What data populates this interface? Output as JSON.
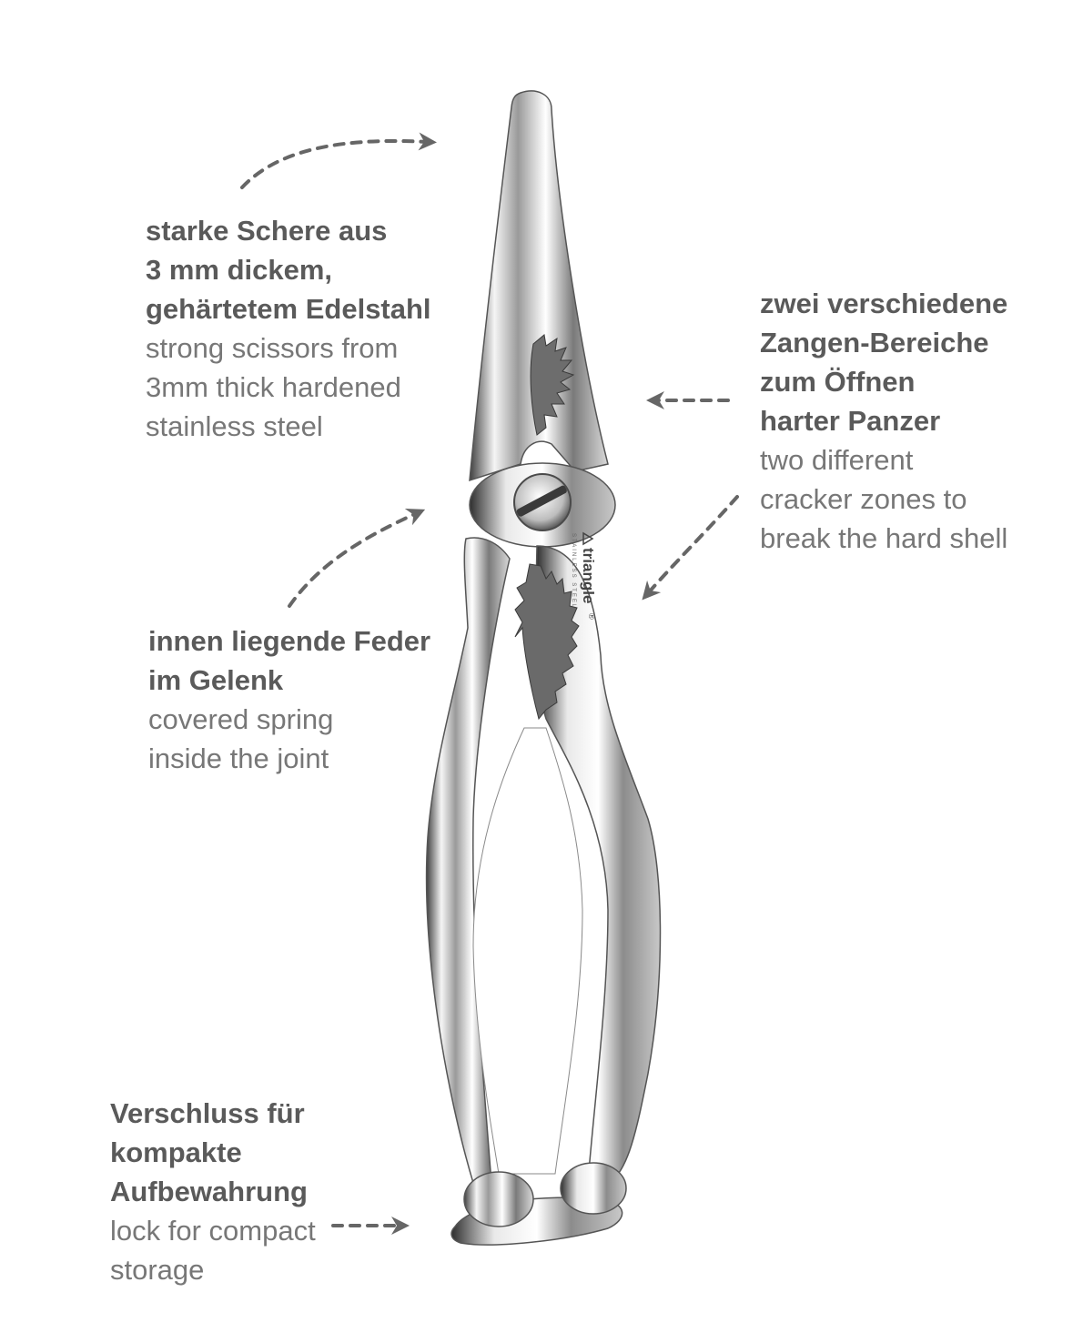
{
  "brand": {
    "name": "triangle",
    "mark": "®",
    "sub": "STAINLESS STEEL"
  },
  "callouts": {
    "scissors": {
      "de": [
        "starke Schere aus",
        "3 mm dickem,",
        "gehärtetem Edelstahl"
      ],
      "en": [
        "strong scissors from",
        "3mm thick hardened",
        "stainless steel"
      ]
    },
    "zones": {
      "de": [
        "zwei verschiedene",
        "Zangen-Bereiche",
        "zum Öffnen",
        "harter Panzer"
      ],
      "en": [
        "two different",
        "cracker zones to",
        "break the hard shell"
      ]
    },
    "spring": {
      "de": [
        "innen liegende Feder",
        "im Gelenk"
      ],
      "en": [
        "covered spring",
        "inside the joint"
      ]
    },
    "lock": {
      "de": [
        "Verschluss für",
        "kompakte",
        "Aufbewahrung"
      ],
      "en": [
        "lock for compact",
        "storage"
      ]
    }
  },
  "colors": {
    "text_de": "#5a5a5a",
    "text_en": "#777777",
    "arrow": "#666666",
    "steel_dark": "#4a4a4a",
    "steel_light": "#f4f4f4"
  }
}
